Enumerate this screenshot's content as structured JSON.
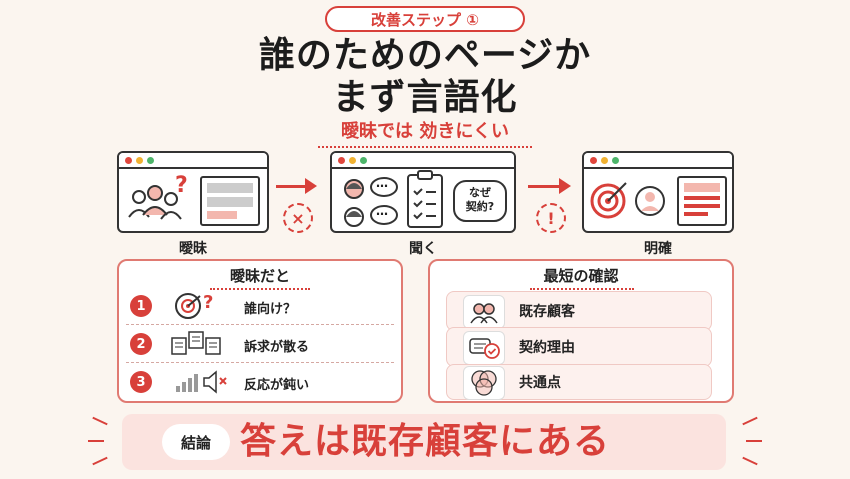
{
  "badge": "改善ステップ ①",
  "title_line1": "誰のためのページか",
  "title_line2": "まず言語化",
  "subtitle": "曖昧では 効きにくい",
  "flow": {
    "step1_label": "曖昧",
    "step2_label": "聞く",
    "step3_label": "明確",
    "question_mark": "?",
    "bubble_dots": "…",
    "bubble_text": "なぜ\n契約?",
    "mark_x": "×",
    "mark_excl": "!"
  },
  "left_panel": {
    "title": "曖昧だと",
    "items": [
      {
        "num": "1",
        "text": "誰向け？"
      },
      {
        "num": "2",
        "text": "訴求が散る"
      },
      {
        "num": "3",
        "text": "反応が鈍い"
      }
    ]
  },
  "right_panel": {
    "title": "最短の確認",
    "items": [
      {
        "text": "既存顧客"
      },
      {
        "text": "契約理由"
      },
      {
        "text": "共通点"
      }
    ]
  },
  "conclusion": {
    "tag": "結論",
    "text": "答えは既存顧客にある"
  },
  "colors": {
    "accent": "#d8403a",
    "background": "#fbf5ef",
    "panel_border": "#e07a72",
    "conclusion_bg": "#fbe3df"
  }
}
